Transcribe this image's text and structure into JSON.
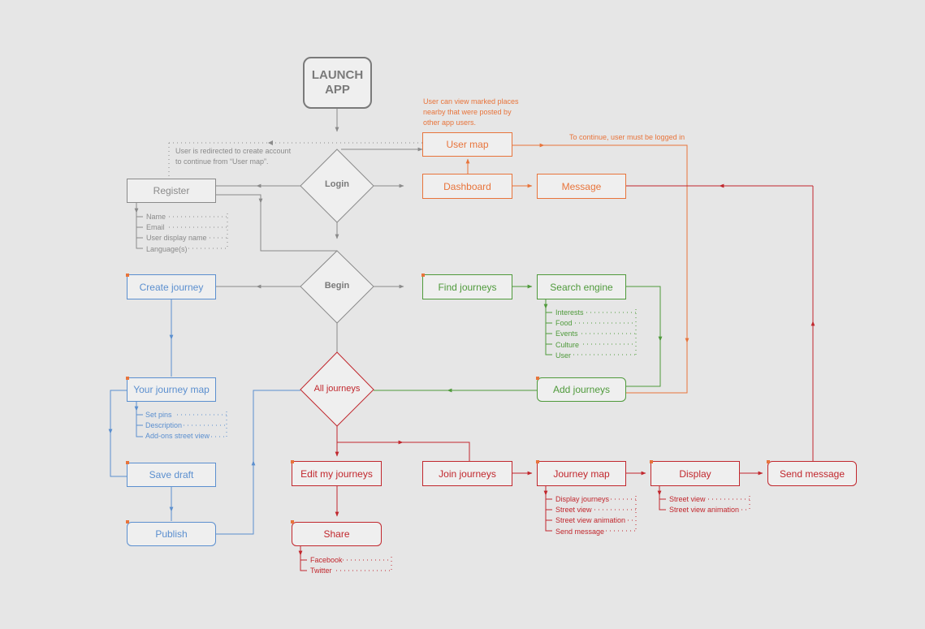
{
  "launch": {
    "line1": "LAUNCH",
    "line2": "APP"
  },
  "diamonds": {
    "login": "Login",
    "begin": "Begin",
    "all_journeys": "All journeys"
  },
  "boxes": {
    "register": "Register",
    "user_map": "User map",
    "dashboard": "Dashboard",
    "message": "Message",
    "create_journey": "Create journey",
    "find_journeys": "Find journeys",
    "search_engine": "Search engine",
    "your_journey_map": "Your journey map",
    "add_journeys": "Add journeys",
    "save_draft": "Save draft",
    "publish": "Publish",
    "edit_my_journeys": "Edit my journeys",
    "join_journeys": "Join journeys",
    "journey_map": "Journey map",
    "display": "Display",
    "send_message": "Send message",
    "share": "Share"
  },
  "notes": {
    "redirect": [
      "User is redirected to create account",
      "to continue from “User map”."
    ],
    "user_map": [
      "User can view marked places",
      "nearby that were posted by",
      "other app users."
    ],
    "logged_in": "To continue, user must be logged in"
  },
  "lists": {
    "register": [
      "Name",
      "Email",
      "User display name",
      "Language(s)"
    ],
    "search": [
      "Interests",
      "Food",
      "Events",
      "Culture",
      "User"
    ],
    "journey_map_own": [
      "Set pins",
      "Description",
      "Add-ons street view"
    ],
    "journey_map": [
      "Display journeys",
      "Street view",
      "Street view animation",
      "Send message"
    ],
    "display": [
      "Street view",
      "Street view animation"
    ],
    "share": [
      "Facebook",
      "Twitter"
    ]
  },
  "colors": {
    "gray": "#8a8a8a",
    "orange": "#e8743b",
    "green": "#4f9a3b",
    "blue": "#5b8fcf",
    "red": "#c1272d",
    "background": "#e6e6e6"
  }
}
